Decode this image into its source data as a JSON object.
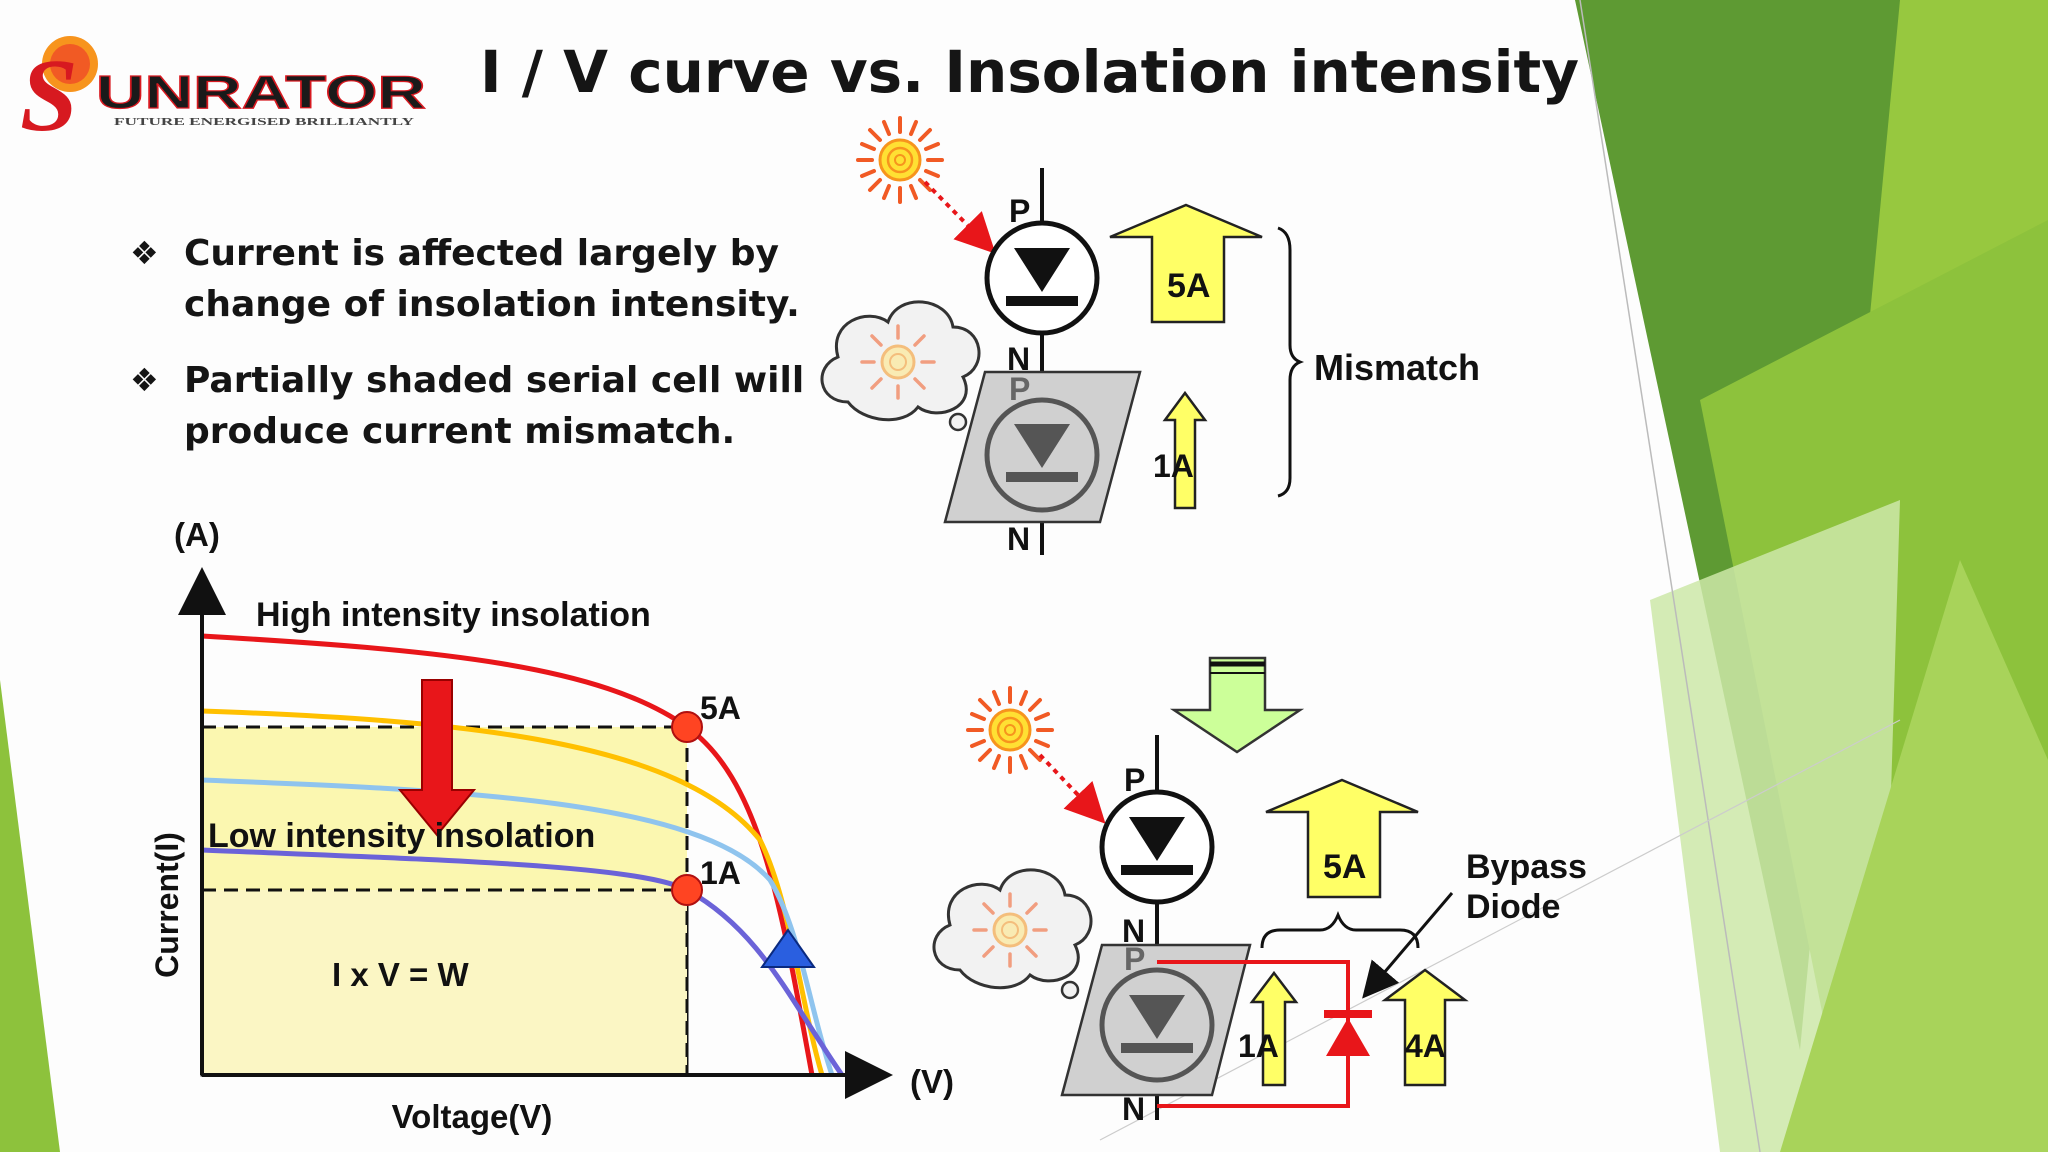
{
  "title": "I / V curve vs. Insolation intensity",
  "logo": {
    "brand": "UNRATOR",
    "initial": "S",
    "tagline": "FUTURE ENERGISED BRILLIANTLY"
  },
  "bullets": [
    "Current is affected largely by change of insolation intensity.",
    "Partially shaded serial cell will produce current mismatch."
  ],
  "bullet_marker": "❖",
  "chart": {
    "y_unit": "(A)",
    "x_unit": "(V)",
    "ylabel": "Current(I)",
    "xlabel": "Voltage(V)",
    "high_label": "High intensity insolation",
    "low_label": "Low intensity insolation",
    "power_label": "I x V = W",
    "point_high": "5A",
    "point_low": "1A"
  },
  "top_diagram": {
    "p": "P",
    "n": "N",
    "p2": "P",
    "n2": "N",
    "high_current": "5A",
    "low_current": "1A",
    "mismatch": "Mismatch"
  },
  "bottom_diagram": {
    "p": "P",
    "n": "N",
    "p2": "P",
    "n2": "N",
    "high_current": "5A",
    "low_current": "1A",
    "bypass_current": "4A",
    "bypass_label_1": "Bypass",
    "bypass_label_2": "Diode"
  },
  "colors": {
    "red": "#e8161a",
    "orange": "#ffc000",
    "light_blue": "#8fc4ee",
    "purple": "#6b63d8",
    "yellow_fill": "#fbf7b0",
    "arrow_yellow": "#ffff66",
    "green_arrow": "#ccff99",
    "green_dark": "#5d9634",
    "green_light": "#9ccc4a"
  }
}
